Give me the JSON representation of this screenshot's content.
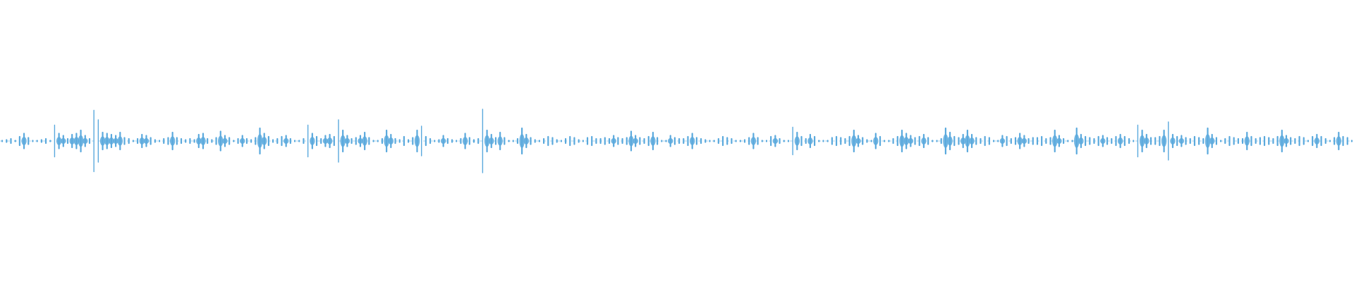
{
  "waveform": {
    "color": "#5aa9dd",
    "background": "#ffffff",
    "samples": [
      0.0,
      0.01,
      0.02,
      0.0,
      0.04,
      0.07,
      0.03,
      0.0,
      0.0,
      0.01,
      0.02,
      0.0,
      0.15,
      0.07,
      0.05,
      0.02,
      0.06,
      0.07,
      0.1,
      0.05,
      0.02,
      0.29,
      0.2,
      0.08,
      0.07,
      0.06,
      0.05,
      0.08,
      0.03,
      0.02,
      0.0,
      0.02,
      0.06,
      0.05,
      0.03,
      0.01,
      0.0,
      0.02,
      0.03,
      0.08,
      0.03,
      0.02,
      0.01,
      0.02,
      0.01,
      0.06,
      0.07,
      0.02,
      0.01,
      0.03,
      0.09,
      0.05,
      0.03,
      0.0,
      0.02,
      0.05,
      0.02,
      0.01,
      0.03,
      0.12,
      0.07,
      0.04,
      0.01,
      0.02,
      0.04,
      0.05,
      0.02,
      0.0,
      0.0,
      0.02,
      0.15,
      0.07,
      0.04,
      0.02,
      0.05,
      0.06,
      0.04,
      0.2,
      0.1,
      0.05,
      0.02,
      0.03,
      0.05,
      0.08,
      0.03,
      0.0,
      0.0,
      0.02,
      0.1,
      0.06,
      0.02,
      0.01,
      0.04,
      0.01,
      0.03,
      0.1,
      0.14,
      0.04,
      0.02,
      0.0,
      0.01,
      0.05,
      0.02,
      0.01,
      0.0,
      0.02,
      0.07,
      0.03,
      0.01,
      0.02,
      0.3,
      0.1,
      0.06,
      0.03,
      0.08,
      0.03,
      0.0,
      0.0,
      0.02,
      0.12,
      0.06,
      0.03,
      0.01,
      0.0,
      0.02,
      0.04,
      0.03,
      0.01,
      0.0,
      0.02,
      0.04,
      0.03,
      0.01,
      0.0,
      0.03,
      0.04,
      0.02,
      0.02,
      0.03,
      0.02,
      0.05,
      0.03,
      0.02,
      0.03,
      0.09,
      0.05,
      0.03,
      0.02,
      0.04,
      0.08,
      0.03,
      0.0,
      0.0,
      0.05,
      0.03,
      0.02,
      0.02,
      0.04,
      0.07,
      0.03,
      0.02,
      0.01,
      0.0,
      0.0,
      0.02,
      0.04,
      0.03,
      0.02,
      0.0,
      0.0,
      0.01,
      0.03,
      0.07,
      0.03,
      0.0,
      0.0,
      0.04,
      0.05,
      0.02,
      0.0,
      0.0,
      0.13,
      0.08,
      0.04,
      0.02,
      0.06,
      0.04,
      0.0,
      0.0,
      0.0,
      0.03,
      0.04,
      0.03,
      0.02,
      0.04,
      0.1,
      0.05,
      0.03,
      0.01,
      0.0,
      0.07,
      0.04,
      0.0,
      0.0,
      0.02,
      0.04,
      0.1,
      0.07,
      0.05,
      0.03,
      0.04,
      0.06,
      0.03,
      0.0,
      0.0,
      0.02,
      0.12,
      0.08,
      0.04,
      0.03,
      0.06,
      0.1,
      0.06,
      0.03,
      0.02,
      0.04,
      0.03,
      0.0,
      0.0,
      0.05,
      0.04,
      0.02,
      0.03,
      0.07,
      0.05,
      0.02,
      0.03,
      0.03,
      0.04,
      0.02,
      0.03,
      0.1,
      0.05,
      0.02,
      0.0,
      0.0,
      0.12,
      0.06,
      0.04,
      0.03,
      0.02,
      0.04,
      0.05,
      0.03,
      0.02,
      0.04,
      0.06,
      0.04,
      0.02,
      0.0,
      0.15,
      0.1,
      0.06,
      0.03,
      0.03,
      0.04,
      0.1,
      0.18,
      0.06,
      0.04,
      0.05,
      0.03,
      0.02,
      0.04,
      0.03,
      0.02,
      0.12,
      0.06,
      0.03,
      0.0,
      0.02,
      0.04,
      0.03,
      0.02,
      0.02,
      0.08,
      0.04,
      0.02,
      0.03,
      0.04,
      0.03,
      0.02,
      0.04,
      0.1,
      0.05,
      0.03,
      0.02,
      0.04,
      0.03,
      0.0,
      0.04,
      0.06,
      0.04,
      0.02,
      0.0,
      0.03,
      0.08,
      0.04,
      0.03,
      0.0
    ]
  }
}
